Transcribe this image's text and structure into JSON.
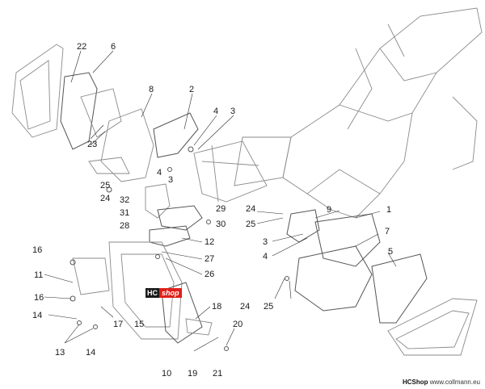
{
  "callouts": [
    "22",
    "6",
    "8",
    "2",
    "4",
    "3",
    "23",
    "4",
    "3",
    "25",
    "32",
    "24",
    "31",
    "28",
    "29",
    "30",
    "24",
    "25",
    "9",
    "1",
    "3",
    "12",
    "4",
    "7",
    "5",
    "16",
    "27",
    "26",
    "11",
    "16",
    "18",
    "24",
    "25",
    "14",
    "17",
    "15",
    "20",
    "13",
    "14",
    "10",
    "19",
    "21"
  ],
  "badge": {
    "hc": "HC",
    "shop": "shop"
  },
  "credit": {
    "brand": "HCShop",
    "site": " www.collmann.eu"
  },
  "colors": {
    "line": "#8a8a8a",
    "badge_red": "#e0201b"
  }
}
